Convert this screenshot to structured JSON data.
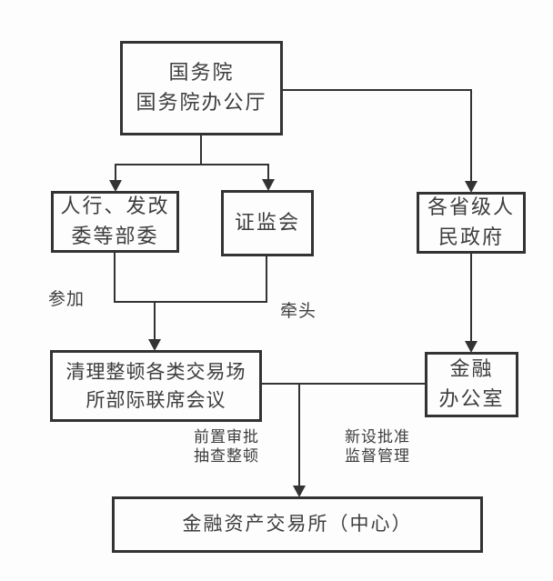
{
  "nodes": {
    "state_council": "国务院\n国务院办公厅",
    "ministries": "人行、发改\n委等部委",
    "csrc": "证监会",
    "provincial_gov": "各省级人\n民政府",
    "joint_conference": "清理整顿各类交易场\n所部际联席会议",
    "finance_office": "金融\n办公室",
    "exchange_center": "金融资产交易所（中心）"
  },
  "edge_labels": {
    "participate": "参加",
    "lead": "牵头",
    "pre_approval": "前置审批\n抽查整顿",
    "new_setup": "新设批准\n监督管理"
  },
  "colors": {
    "line": "#333333",
    "text": "#3d3d3d",
    "background": "#fdfdfd"
  }
}
